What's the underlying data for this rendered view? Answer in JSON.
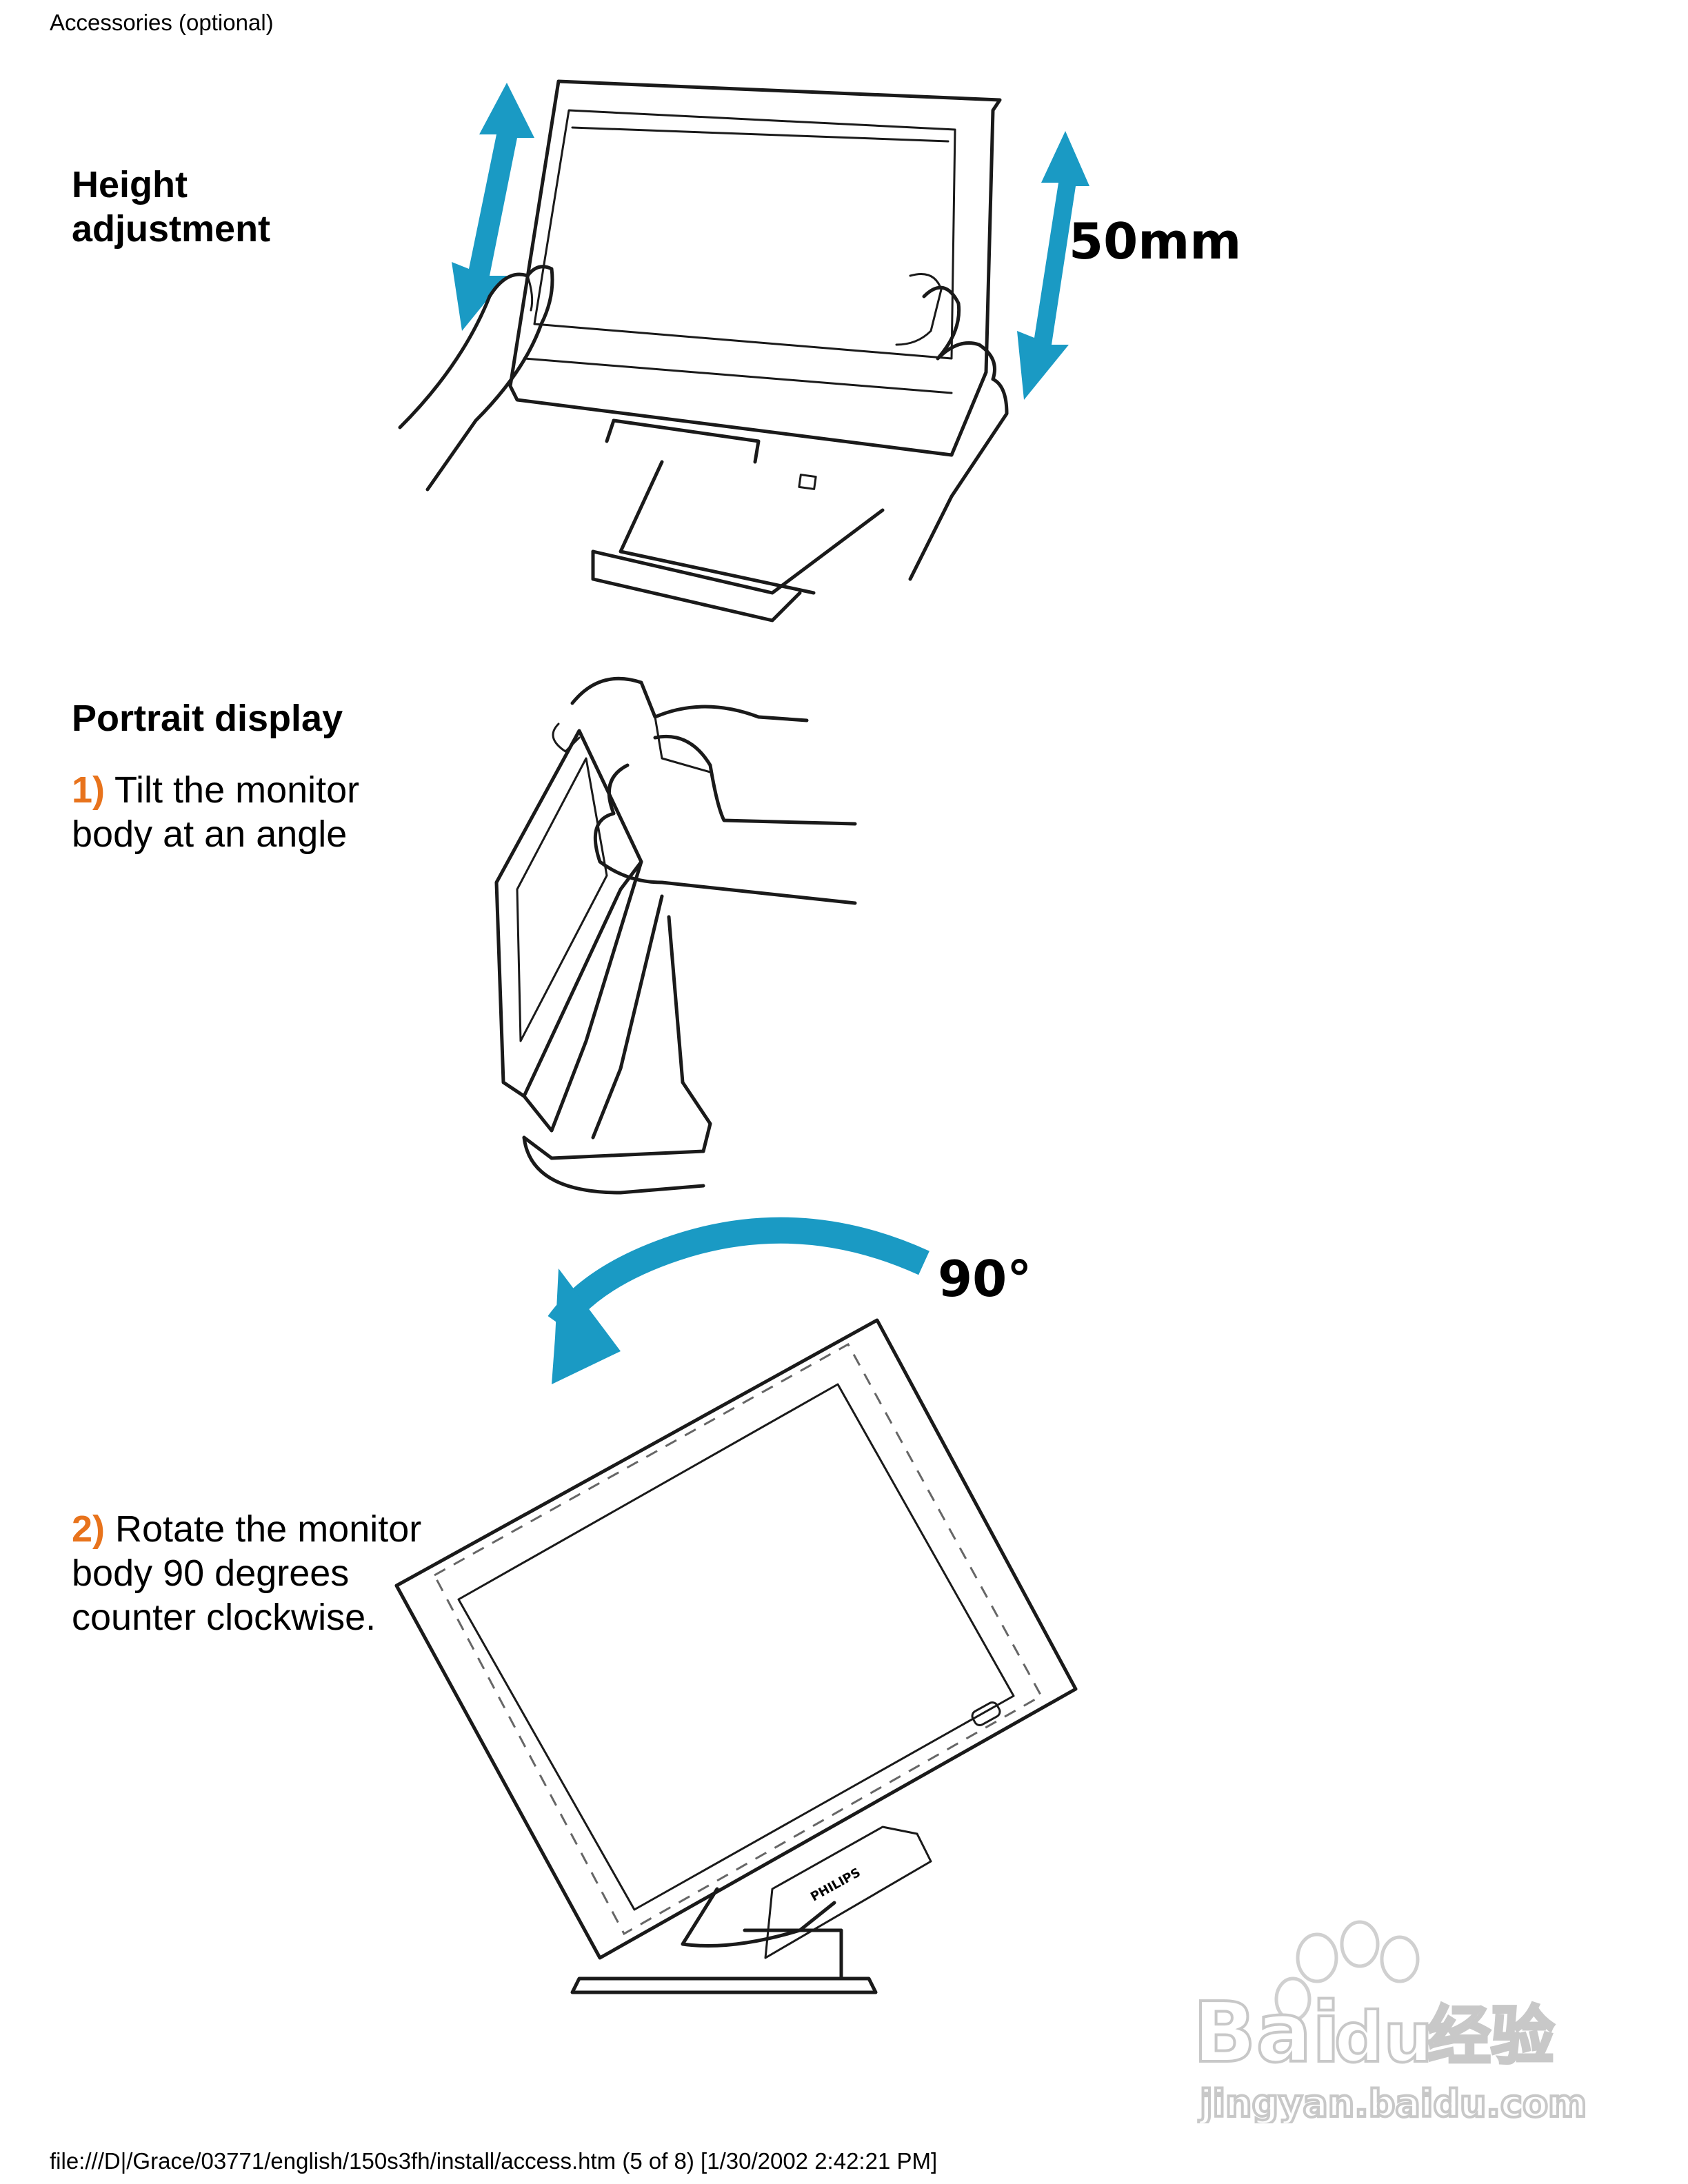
{
  "header": {
    "title": "Accessories (optional)"
  },
  "sections": {
    "height": {
      "heading": "Height adjustment",
      "measurement": "50mm"
    },
    "portrait": {
      "heading": "Portrait display",
      "steps": [
        {
          "num": "1)",
          "text": "Tilt the monitor body at an angle"
        },
        {
          "num": "2)",
          "text": "Rotate the monitor body 90 degrees counter clockwise."
        }
      ],
      "rotation_label": "90°"
    }
  },
  "monitor": {
    "brand": "PHILIPS"
  },
  "watermark": {
    "line1": "Bai",
    "line2": "du",
    "line3": "经验",
    "line4": "jingyan.baidu.com"
  },
  "footer": {
    "path": "file:///D|/Grace/03771/english/150s3fh/install/access.htm (5 of 8) [1/30/2002 2:42:21 PM]"
  },
  "colors": {
    "arrow": "#1a9ac4",
    "step_number": "#e8731c",
    "text": "#000000",
    "background": "#ffffff"
  }
}
